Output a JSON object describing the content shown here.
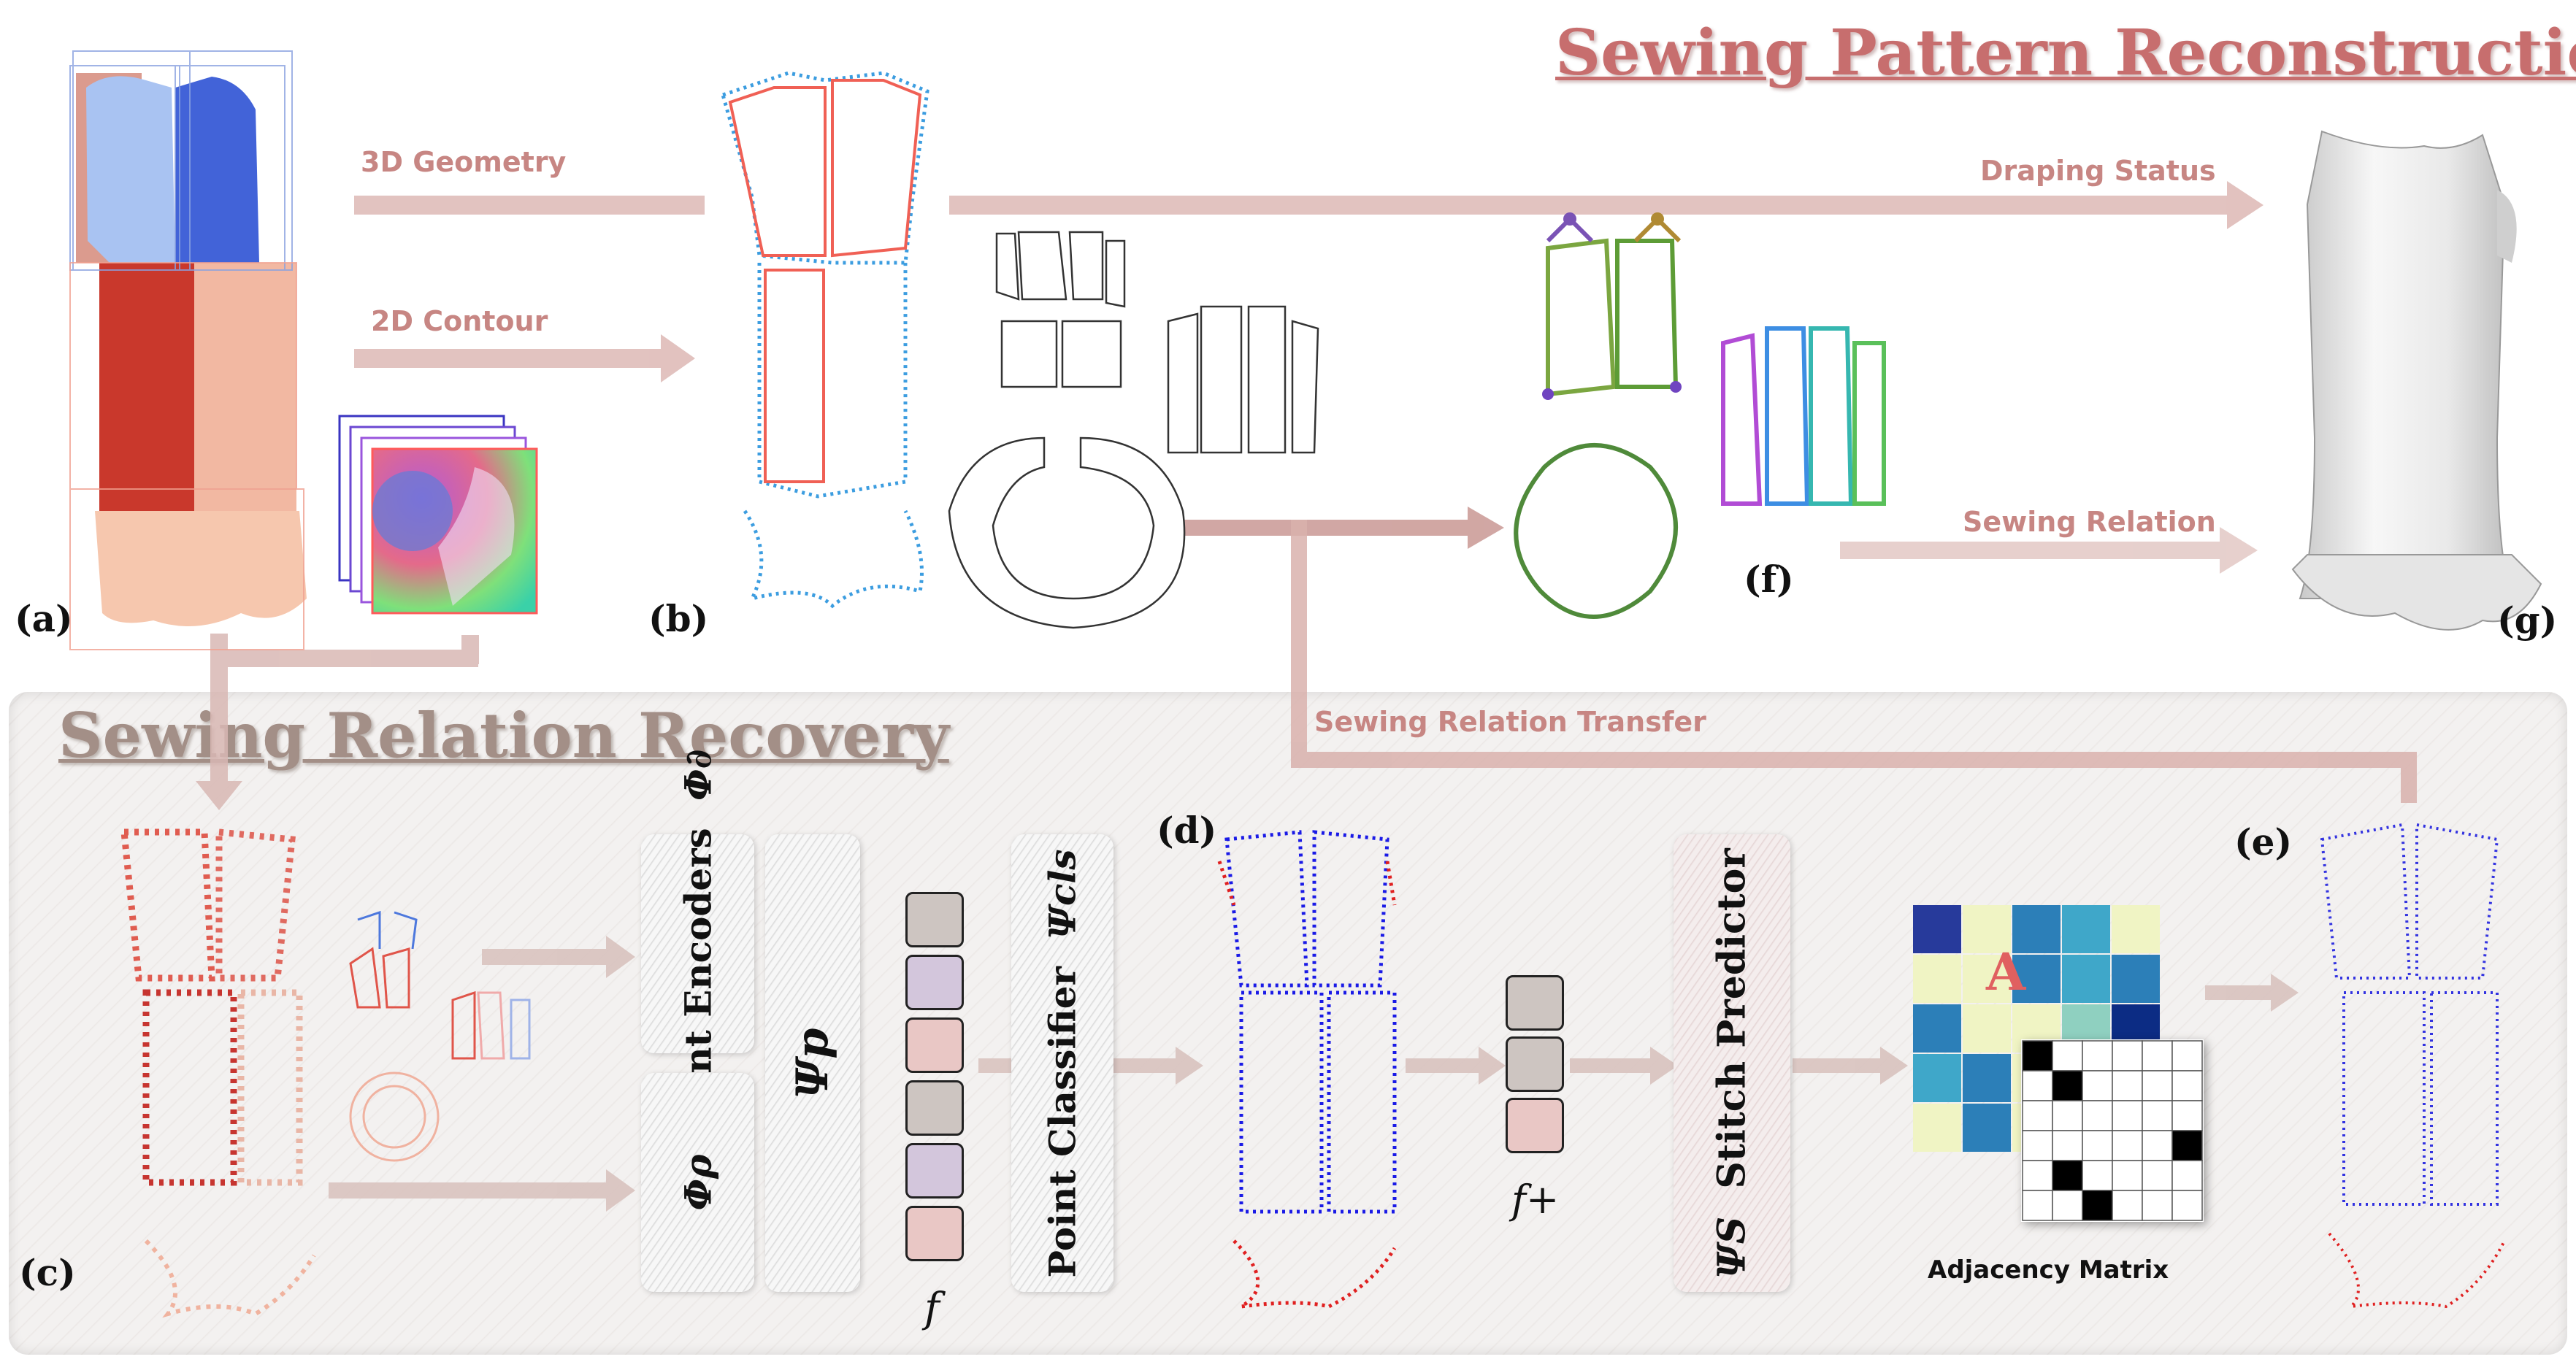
{
  "titles": {
    "reconstruction": "Sewing Pattern Reconstruction",
    "recovery": "Sewing Relation Recovery"
  },
  "flow_labels": {
    "geometry": "3D Geometry",
    "contour": "2D Contour",
    "draping": "Draping Status",
    "sewing_relation": "Sewing Relation",
    "transfer": "Sewing Relation Transfer"
  },
  "panels": {
    "a": "(a)",
    "b": "(b)",
    "c": "(c)",
    "d": "(d)",
    "e": "(e)",
    "f": "(f)",
    "g": "(g)"
  },
  "network": {
    "point_encoders": "Point Encoders",
    "phi_partial": "Φ∂",
    "phi_rho": "Φρ",
    "psi_p": "Ψp",
    "point_classifier": "Point Classifier",
    "psi_cls": "Ψcls",
    "stitch_predictor": "Stitch Predictor",
    "psi_s": "ΨS",
    "feature_f": "f",
    "feature_f_plus": "f+",
    "matrix_symbol": "A",
    "adjacency_caption": "Adjacency Matrix"
  },
  "colors": {
    "accent_red": "#c76e6e",
    "arrow_pink": "#d9b1ad",
    "point_blue": "#1a1ae6",
    "point_red": "#e02020",
    "feat_gray": "#cdc5c1",
    "feat_purple": "#d3c6dc",
    "feat_pink": "#e9c7c5"
  },
  "adjacency_matrix": {
    "heat_colors": [
      [
        "#273a9b",
        "#f0f4c4",
        "#2c7fb8",
        "#3fa7c9",
        "#f0f4c4"
      ],
      [
        "#f0f4c4",
        "#f0f4c4",
        "#2c7fb8",
        "#3fa7c9",
        "#2c7fb8"
      ],
      [
        "#2c7fb8",
        "#f0f4c4",
        "#f0f4c4",
        "#8fd0c0",
        "#0c2c84"
      ],
      [
        "#3fa7c9",
        "#2c7fb8",
        "#f0f4c4",
        "#f0f4c4",
        "#f0f4c4"
      ],
      [
        "#f0f4c4",
        "#2c7fb8",
        "#f0f4c4",
        "#f0f4c4",
        "#f0f4c4"
      ]
    ],
    "binary": [
      [
        1,
        0,
        0,
        0,
        0,
        0
      ],
      [
        0,
        1,
        0,
        0,
        0,
        0
      ],
      [
        0,
        0,
        0,
        0,
        0,
        0
      ],
      [
        0,
        0,
        0,
        0,
        0,
        1
      ],
      [
        0,
        1,
        0,
        0,
        0,
        0
      ],
      [
        0,
        0,
        1,
        0,
        0,
        0
      ]
    ]
  }
}
